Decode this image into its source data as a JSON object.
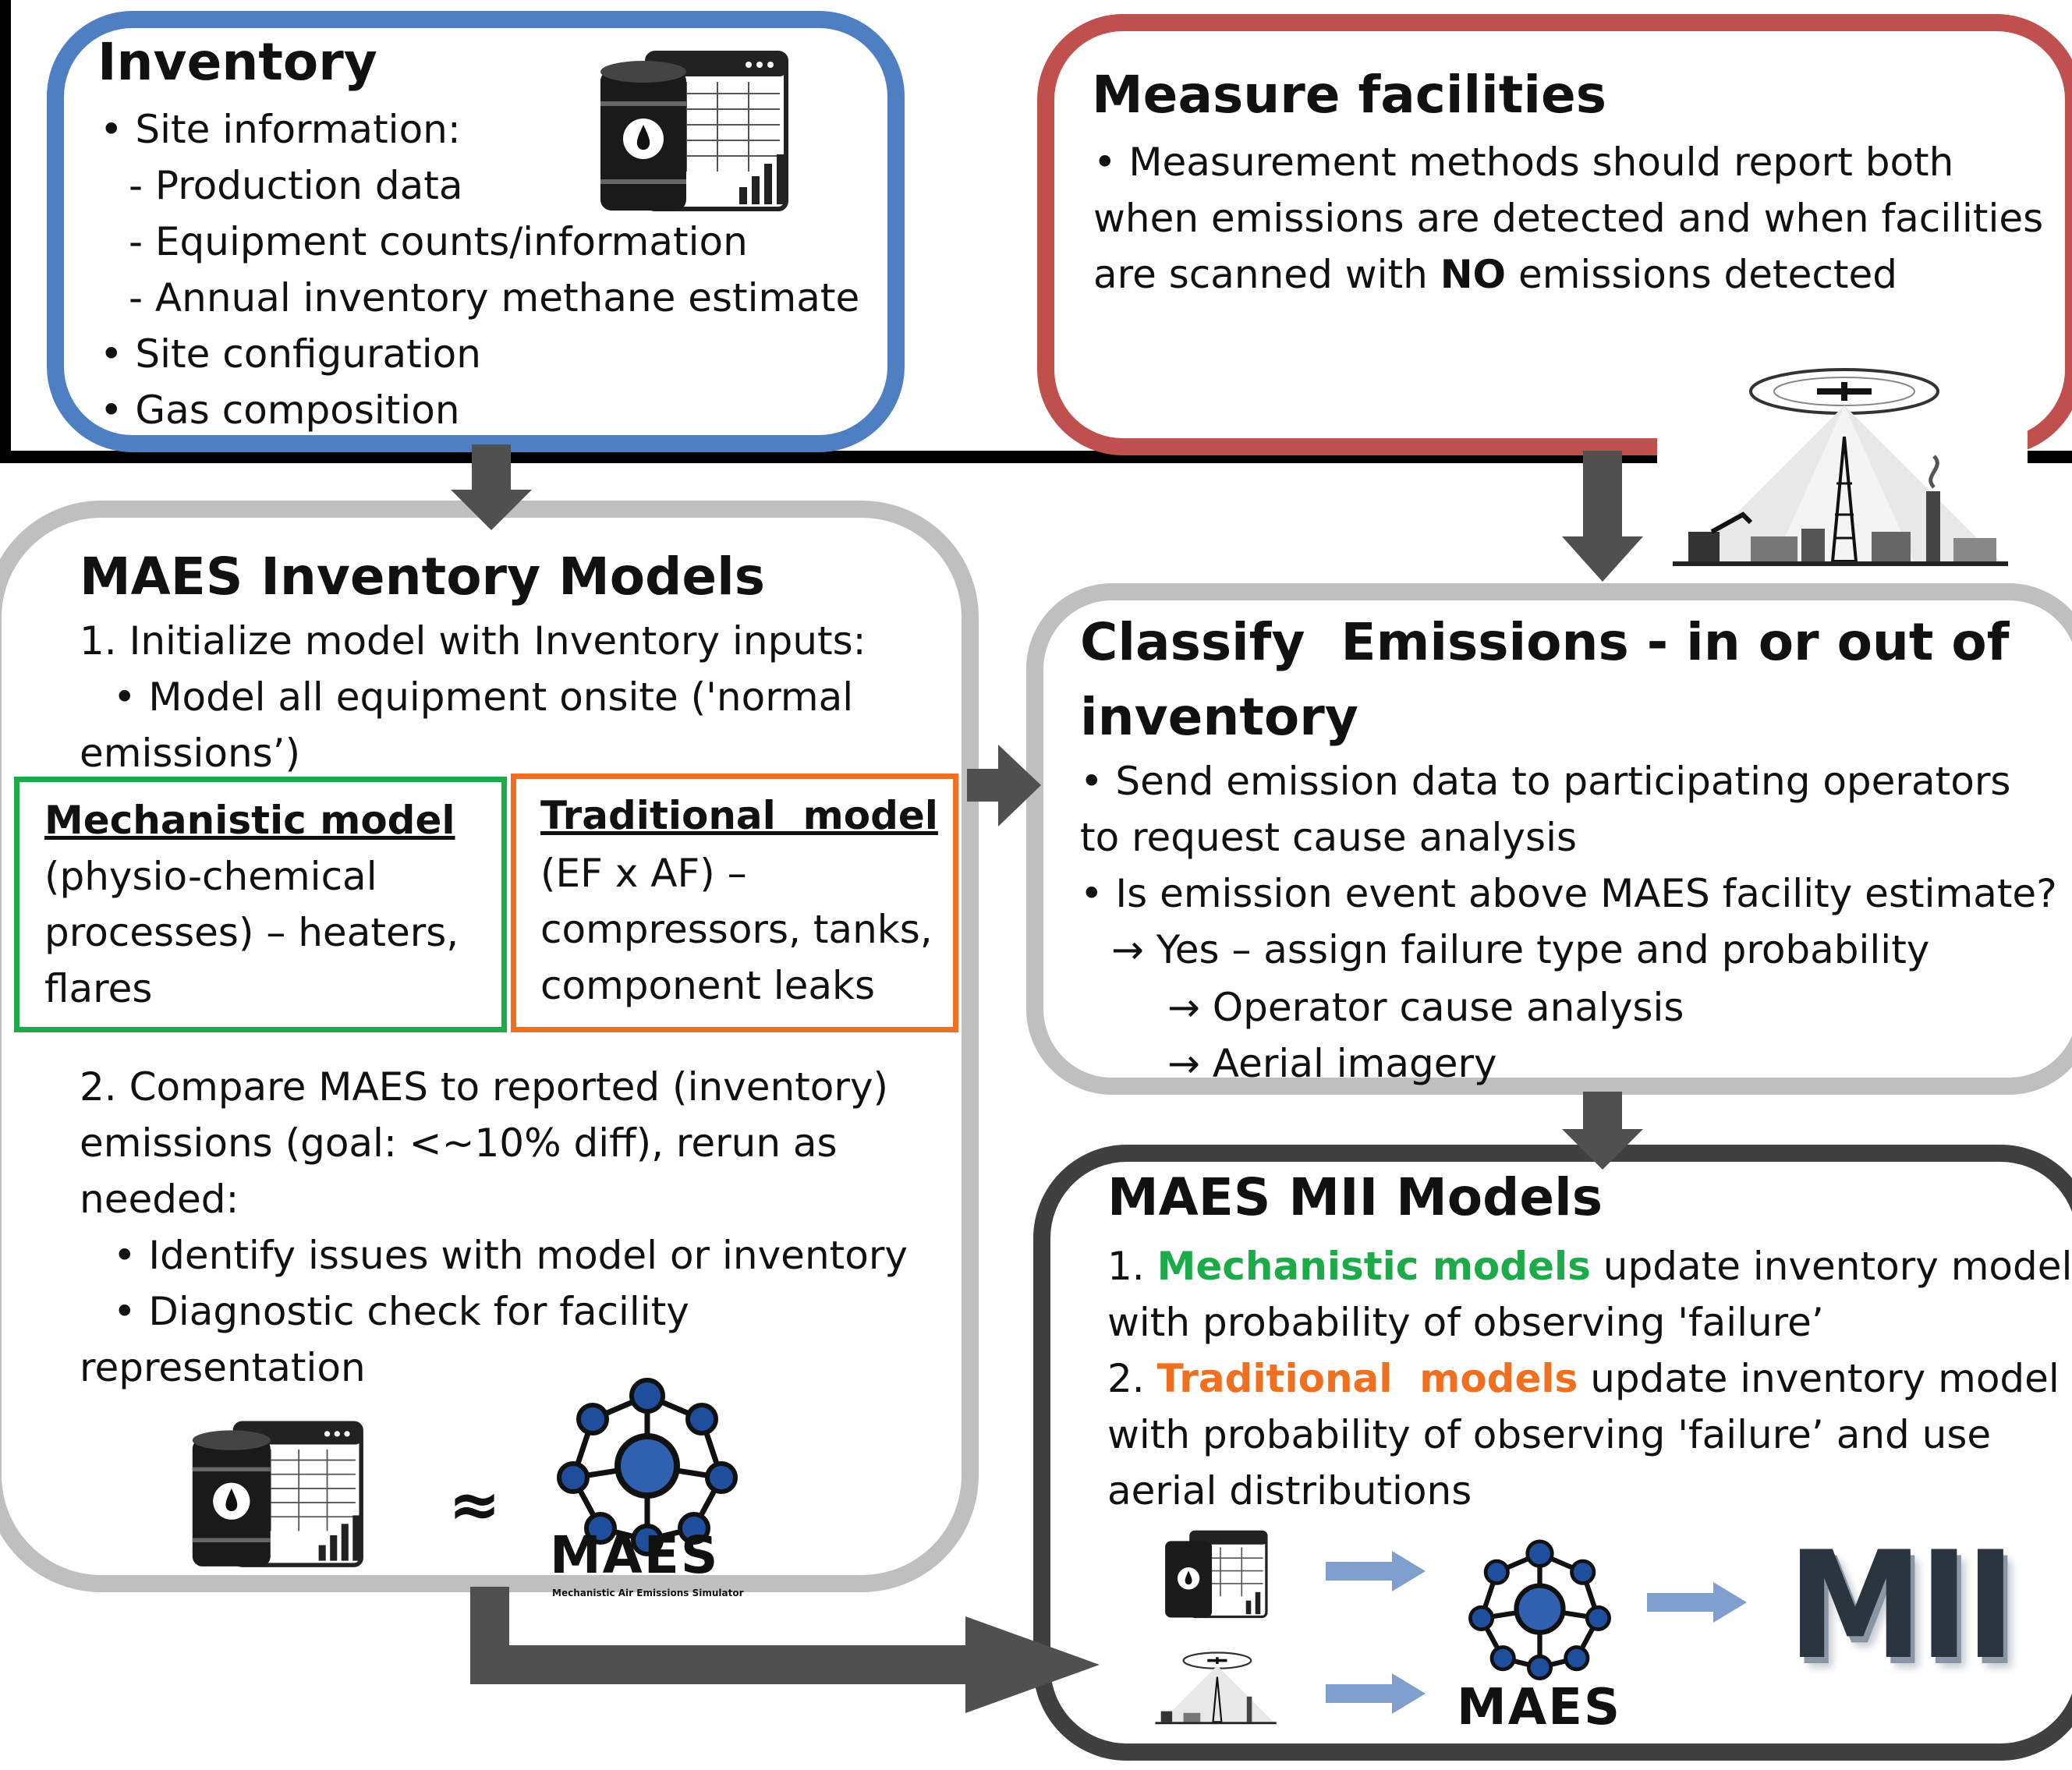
{
  "colors": {
    "inventory_border": "#4f7fc3",
    "measure_border": "#c0504d",
    "gray_border": "#bfbfbf",
    "dark_border": "#404040",
    "arrow": "#505050",
    "mechanistic_green": "#1daa48",
    "traditional_orange": "#f07020",
    "light_arrow": "#7f9fcf"
  },
  "inventory": {
    "title": "Inventory",
    "line1": "• Site information:",
    "line2": "- Production data",
    "line3": "- Equipment counts/information",
    "line4": "- Annual inventory methane estimate",
    "line5": "• Site configuration",
    "line6": "• Gas composition"
  },
  "measure": {
    "title": "Measure facilities",
    "line1": "• Measurement methods should report both",
    "line2": "when emissions are detected and when facilities",
    "line3_pre": "are scanned with ",
    "line3_bold": "NO",
    "line3_post": " emissions detected"
  },
  "maes_inventory": {
    "title": "MAES Inventory Models",
    "line1": "1. Initialize model with Inventory inputs:",
    "line2": "• Model all equipment onsite ('normal",
    "line3": "emissions’)",
    "mech_title": "Mechanistic model",
    "mech_line1": "(physio-chemical",
    "mech_line2": "processes) – heaters,",
    "mech_line3": "flares",
    "trad_title": "Traditional  model",
    "trad_line1": "(EF x AF) –",
    "trad_line2": "compressors, tanks,",
    "trad_line3": "component leaks",
    "line4": "2. Compare MAES to reported (inventory)",
    "line5": "emissions (goal: <~10% diff), rerun as",
    "line6": "needed:",
    "line7": "• Identify issues with model or inventory",
    "line8": "• Diagnostic check for facility",
    "line9": "representation",
    "approx": "≈"
  },
  "classify": {
    "title_line1": "Classify  Emissions - in or out of",
    "title_line2": "inventory",
    "line1": "• Send emission data to participating operators",
    "line2": "to request cause analysis",
    "line3": "• Is emission event above MAES facility estimate?",
    "line4": "→ Yes – assign failure type and probability",
    "line5": "→ Operator cause analysis",
    "line6": "→ Aerial imagery"
  },
  "mii": {
    "title": "MAES MII Models",
    "line1_pre": "1. ",
    "line1_color": "Mechanistic models",
    "line1_post": " update inventory model",
    "line2": "with probability of observing 'failure’",
    "line3_pre": "2. ",
    "line3_color": "Traditional  models",
    "line3_post": " update inventory model",
    "line4": "with probability of observing 'failure’ and use",
    "line5": "aerial distributions",
    "logo_mii": "MII"
  },
  "maes_logo": {
    "text": "MAES",
    "subtitle": "Mechanistic Air Emissions Simulator"
  }
}
